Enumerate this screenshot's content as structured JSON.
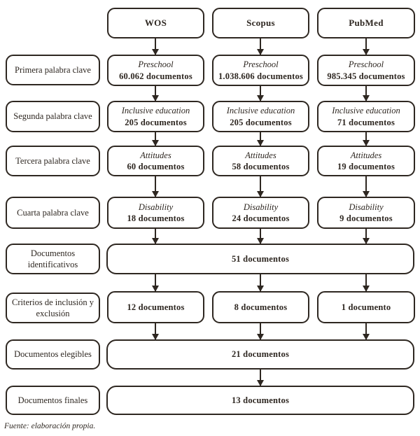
{
  "colors": {
    "ink": "#2e2721",
    "background": "#ffffff"
  },
  "databases": [
    {
      "name": "WOS"
    },
    {
      "name": "Scopus"
    },
    {
      "name": "PubMed"
    }
  ],
  "row_labels": [
    "Primera palabra clave",
    "Segunda palabra clave",
    "Tercera palabra clave",
    "Cuarta palabra clave",
    "Documentos identificativos",
    "Criterios de inclusión y exclusión",
    "Documentos elegibles",
    "Documentos finales"
  ],
  "keyword_rows": [
    {
      "keyword": "Preschool",
      "counts": [
        "60.062 documentos",
        "1.038.606 documentos",
        "985.345 documentos"
      ]
    },
    {
      "keyword": "Inclusive education",
      "counts": [
        "205 documentos",
        "205 documentos",
        "71 documentos"
      ]
    },
    {
      "keyword": "Attitudes",
      "counts": [
        "60 documentos",
        "58 documentos",
        "19 documentos"
      ]
    },
    {
      "keyword": "Disability",
      "counts": [
        "18 documentos",
        "24 documentos",
        "9 documentos"
      ]
    }
  ],
  "identified_total": "51 documentos",
  "inclusion_counts": [
    "12 documentos",
    "8 documentos",
    "1 documento"
  ],
  "eligible_total": "21 documentos",
  "final_total": "13 documentos",
  "footer": "Fuente: elaboración propia."
}
